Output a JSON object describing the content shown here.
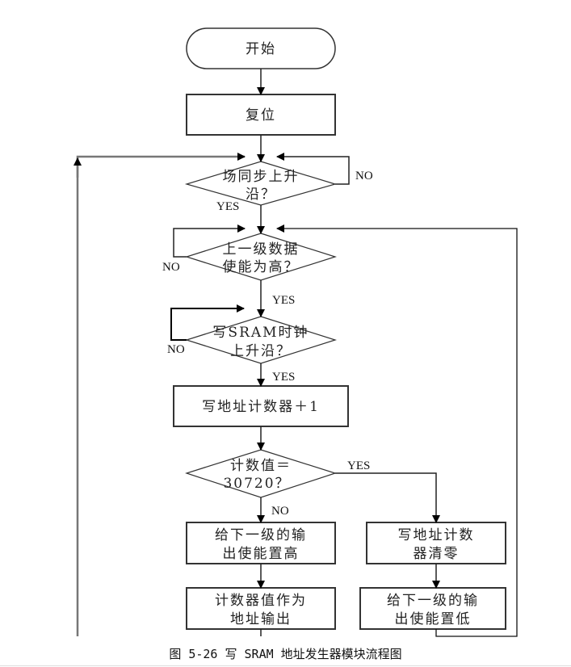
{
  "diagram": {
    "nodes": [
      {
        "id": "start",
        "shape": "terminal",
        "lines": [
          "开始"
        ]
      },
      {
        "id": "reset",
        "shape": "process",
        "lines": [
          "复位"
        ]
      },
      {
        "id": "vsync",
        "shape": "decision",
        "lines": [
          "场同步上升",
          "沿？"
        ]
      },
      {
        "id": "enable",
        "shape": "decision",
        "lines": [
          "上一级数据",
          "使能为高？"
        ]
      },
      {
        "id": "wclk",
        "shape": "decision",
        "lines": [
          "写SRAM时钟",
          "上升沿？"
        ]
      },
      {
        "id": "inc",
        "shape": "process",
        "lines": [
          "写地址计数器＋1"
        ]
      },
      {
        "id": "cmp",
        "shape": "decision",
        "lines": [
          "计数值＝",
          "30720？"
        ]
      },
      {
        "id": "en_high",
        "shape": "process",
        "lines": [
          "给下一级的输",
          "出使能置高"
        ]
      },
      {
        "id": "clear",
        "shape": "process",
        "lines": [
          "写地址计数",
          "器清零"
        ]
      },
      {
        "id": "addr_out",
        "shape": "process",
        "lines": [
          "计数器值作为",
          "地址输出"
        ]
      },
      {
        "id": "en_low",
        "shape": "process",
        "lines": [
          "给下一级的输",
          "出使能置低"
        ]
      }
    ],
    "edge_labels": {
      "vsync_no": "NO",
      "vsync_yes": "YES",
      "enable_no": "NO",
      "enable_yes": "YES",
      "wclk_no": "NO",
      "wclk_yes": "YES",
      "cmp_yes": "YES",
      "cmp_no": "NO"
    }
  },
  "caption": "图 5-26 写 SRAM 地址发生器模块流程图"
}
